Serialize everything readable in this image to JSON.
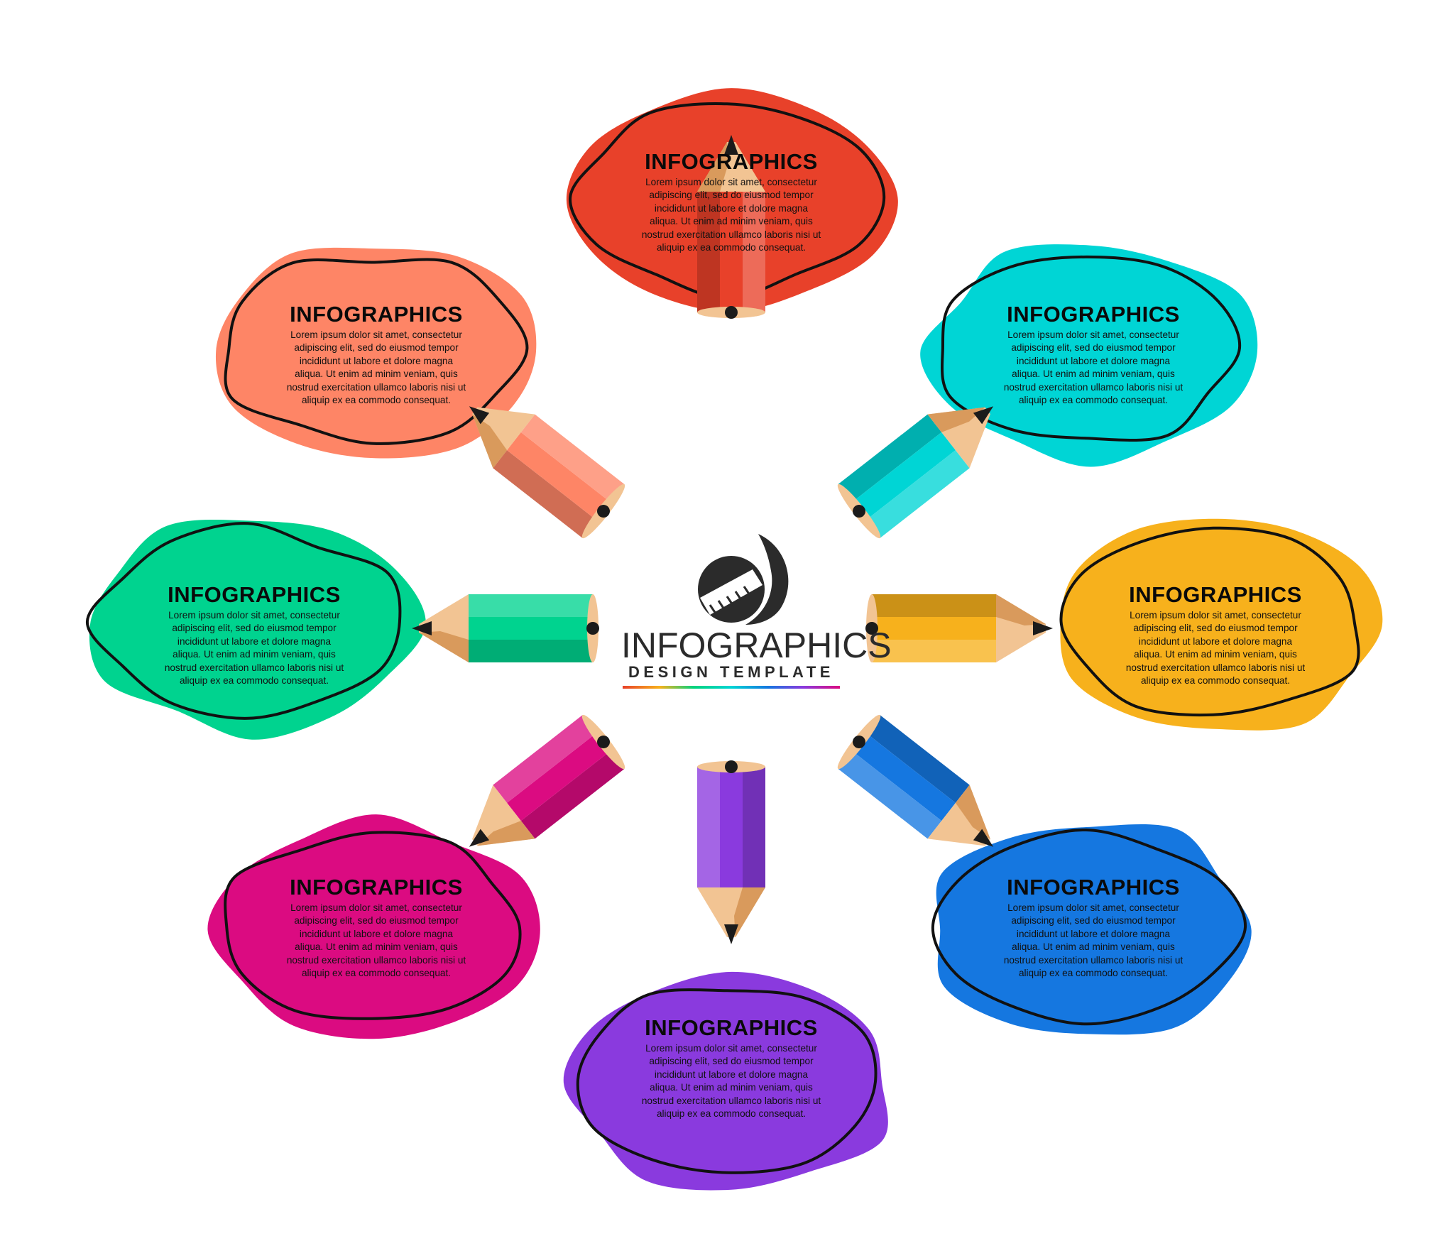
{
  "center": {
    "title": "INFOGRAPHICS",
    "subtitle": "DESIGN TEMPLATE",
    "logo_icon": "piano-keys-swoosh-icon",
    "rainbow_colors": [
      "#e8412a",
      "#f7b11c",
      "#00d37e",
      "#00d5d5",
      "#1577e0",
      "#8a3ade",
      "#db0b81"
    ]
  },
  "cards": [
    {
      "id": "top",
      "color": "#e8412a",
      "title": "INFOGRAPHICS",
      "lines": [
        "Lorem ipsum dolor sit amet, consectetur",
        "adipiscing elit, sed do eiusmod tempor",
        "incididunt ut labore et dolore magna",
        "aliqua. Ut enim ad minim veniam, quis",
        "nostrud exercitation ullamco laboris nisi ut",
        "aliquip ex ea commodo consequat."
      ]
    },
    {
      "id": "top-right",
      "color": "#00d5d5",
      "title": "INFOGRAPHICS",
      "lines": [
        "Lorem ipsum dolor sit amet, consectetur",
        "adipiscing elit, sed do eiusmod tempor",
        "incididunt ut labore et dolore magna",
        "aliqua. Ut enim ad minim veniam, quis",
        "nostrud exercitation ullamco laboris nisi ut",
        "aliquip ex ea commodo consequat."
      ]
    },
    {
      "id": "right",
      "color": "#f7b11c",
      "title": "INFOGRAPHICS",
      "lines": [
        "Lorem ipsum dolor sit amet, consectetur",
        "adipiscing elit, sed do eiusmod tempor",
        "incididunt ut labore et dolore magna",
        "aliqua. Ut enim ad minim veniam, quis",
        "nostrud exercitation ullamco laboris nisi ut",
        "aliquip ex ea commodo consequat."
      ]
    },
    {
      "id": "bottom-right",
      "color": "#1577e0",
      "title": "INFOGRAPHICS",
      "lines": [
        "Lorem ipsum dolor sit amet, consectetur",
        "adipiscing elit, sed do eiusmod tempor",
        "incididunt ut labore et dolore magna",
        "aliqua. Ut enim ad minim veniam, quis",
        "nostrud exercitation ullamco laboris nisi ut",
        "aliquip ex ea commodo consequat."
      ]
    },
    {
      "id": "bottom",
      "color": "#8a3ade",
      "title": "INFOGRAPHICS",
      "lines": [
        "Lorem ipsum dolor sit amet, consectetur",
        "adipiscing elit, sed do eiusmod tempor",
        "incididunt ut labore et dolore magna",
        "aliqua. Ut enim ad minim veniam, quis",
        "nostrud exercitation ullamco laboris nisi ut",
        "aliquip ex ea commodo consequat."
      ]
    },
    {
      "id": "bottom-left",
      "color": "#db0b81",
      "title": "INFOGRAPHICS",
      "lines": [
        "Lorem ipsum dolor sit amet, consectetur",
        "adipiscing elit, sed do eiusmod tempor",
        "incididunt ut labore et dolore magna",
        "aliqua. Ut enim ad minim veniam, quis",
        "nostrud exercitation ullamco laboris nisi ut",
        "aliquip ex ea commodo consequat."
      ]
    },
    {
      "id": "left",
      "color": "#00d38f",
      "title": "INFOGRAPHICS",
      "lines": [
        "Lorem ipsum dolor sit amet, consectetur",
        "adipiscing elit, sed do eiusmod tempor",
        "incididunt ut labore et dolore magna",
        "aliqua. Ut enim ad minim veniam, quis",
        "nostrud exercitation ullamco laboris nisi ut",
        "aliquip ex ea commodo consequat."
      ]
    },
    {
      "id": "top-left",
      "color": "#fe8566",
      "title": "INFOGRAPHICS",
      "lines": [
        "Lorem ipsum dolor sit amet, consectetur",
        "adipiscing elit, sed do eiusmod tempor",
        "incididunt ut labore et dolore magna",
        "aliqua. Ut enim ad minim veniam, quis",
        "nostrud exercitation ullamco laboris nisi ut",
        "aliquip ex ea commodo consequat."
      ]
    }
  ],
  "pencil_icon": "pencil-icon"
}
